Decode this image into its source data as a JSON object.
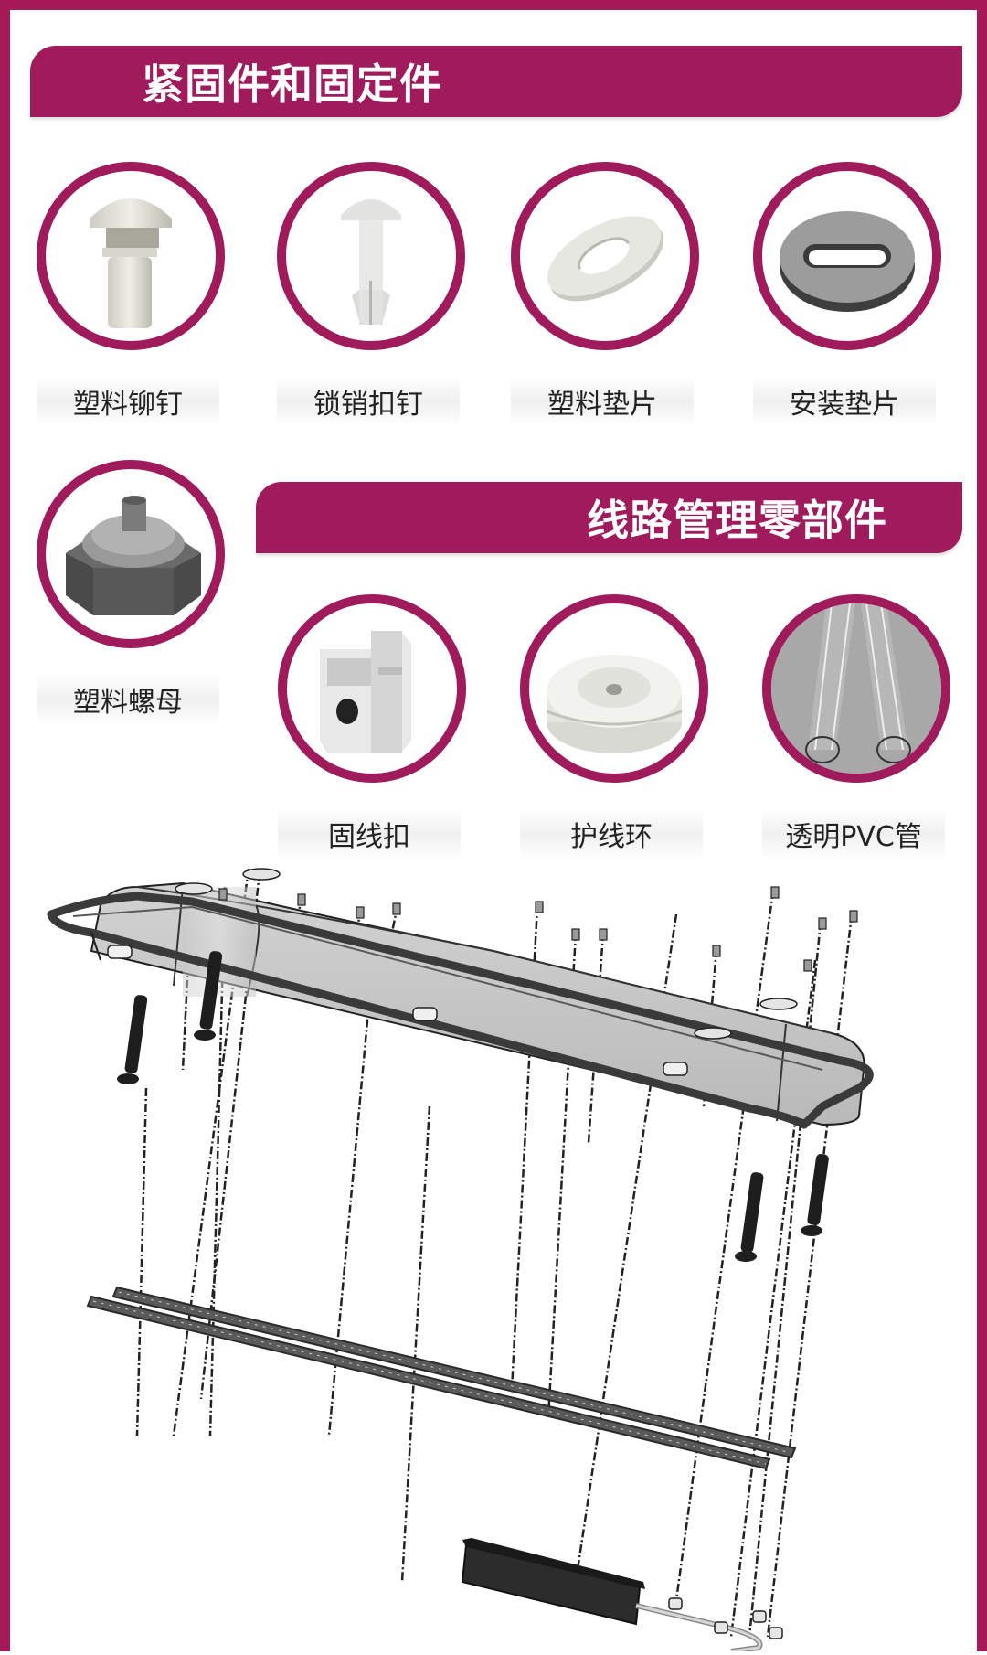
{
  "colors": {
    "brand": "#a01b5c",
    "frame": "#a8195a",
    "label_text": "#222222",
    "background": "#ffffff"
  },
  "sections": [
    {
      "title": "紧固件和固定件",
      "items": [
        {
          "label": "塑料铆钉",
          "icon": "plastic-rivet-icon"
        },
        {
          "label": "锁销扣钉",
          "icon": "lock-pin-rivet-icon"
        },
        {
          "label": "塑料垫片",
          "icon": "plastic-washer-icon"
        },
        {
          "label": "安装垫片",
          "icon": "mounting-washer-icon"
        },
        {
          "label": "塑料螺母",
          "icon": "plastic-nut-icon"
        }
      ]
    },
    {
      "title": "线路管理零部件",
      "items": [
        {
          "label": "固线扣",
          "icon": "cable-clip-icon"
        },
        {
          "label": "护线环",
          "icon": "grommet-icon"
        },
        {
          "label": "透明PVC管",
          "icon": "clear-pvc-tube-icon"
        }
      ]
    }
  ],
  "diagram": {
    "description": "exploded-view assembly of linear luminaire housing",
    "parts": [
      "housing",
      "led-strips",
      "screws",
      "rivets",
      "washers",
      "cable-clips",
      "driver",
      "cable"
    ]
  }
}
